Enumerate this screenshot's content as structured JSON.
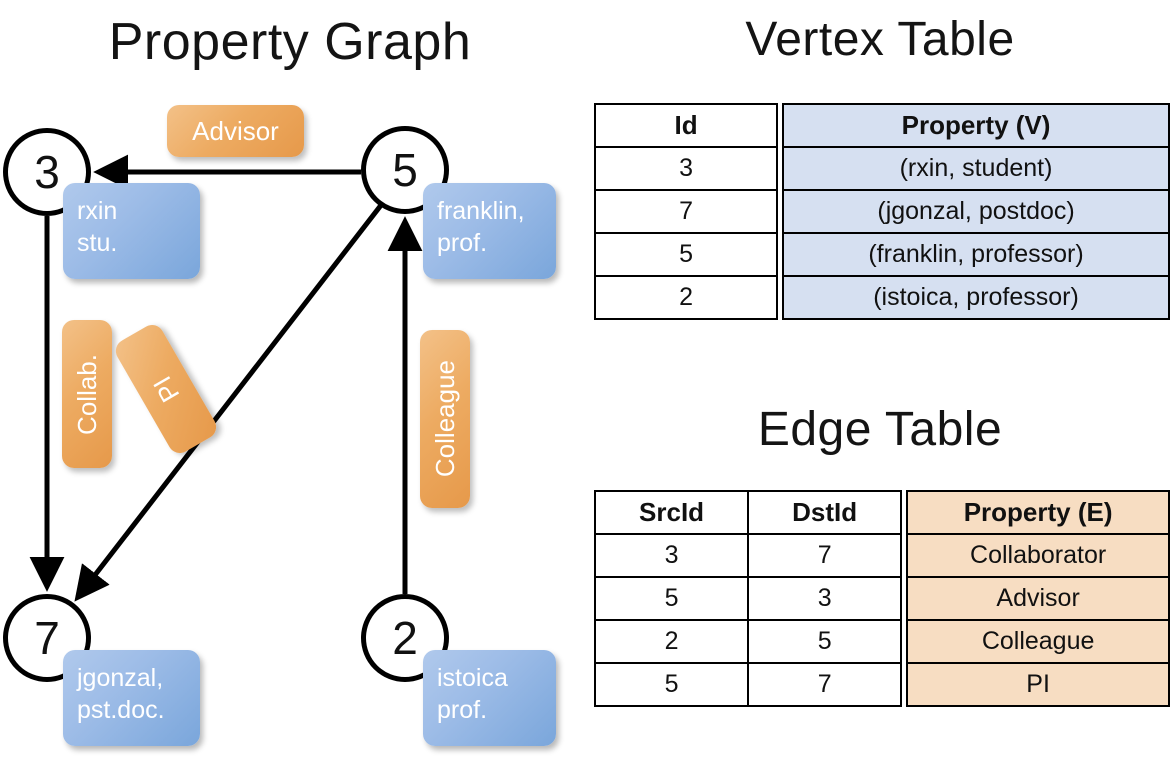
{
  "titles": {
    "property_graph": "Property Graph",
    "vertex_table": "Vertex Table",
    "edge_table": "Edge Table"
  },
  "graph": {
    "nodes": [
      {
        "id": "3",
        "property_line1": "rxin",
        "property_line2": "stu."
      },
      {
        "id": "5",
        "property_line1": "franklin,",
        "property_line2": "prof."
      },
      {
        "id": "7",
        "property_line1": "jgonzal,",
        "property_line2": "pst.doc."
      },
      {
        "id": "2",
        "property_line1": "istoica",
        "property_line2": "prof."
      }
    ],
    "edge_labels": {
      "advisor": "Advisor",
      "collab": "Collab.",
      "pi": "PI",
      "colleague": "Colleague"
    },
    "edges": [
      {
        "from": "5",
        "to": "3",
        "label": "Advisor"
      },
      {
        "from": "3",
        "to": "7",
        "label": "Collab."
      },
      {
        "from": "5",
        "to": "7",
        "label": "PI"
      },
      {
        "from": "2",
        "to": "5",
        "label": "Colleague"
      }
    ]
  },
  "vertex_table": {
    "headers": [
      "Id",
      "Property (V)"
    ],
    "rows": [
      {
        "id": "3",
        "property": "(rxin, student)"
      },
      {
        "id": "7",
        "property": "(jgonzal, postdoc)"
      },
      {
        "id": "5",
        "property": "(franklin, professor)"
      },
      {
        "id": "2",
        "property": "(istoica, professor)"
      }
    ]
  },
  "edge_table": {
    "headers": [
      "SrcId",
      "DstId",
      "Property (E)"
    ],
    "rows": [
      {
        "src": "3",
        "dst": "7",
        "property": "Collaborator"
      },
      {
        "src": "5",
        "dst": "3",
        "property": "Advisor"
      },
      {
        "src": "2",
        "dst": "5",
        "property": "Colleague"
      },
      {
        "src": "5",
        "dst": "7",
        "property": "PI"
      }
    ]
  },
  "colors": {
    "node_property_blue": "#7aa6db",
    "edge_label_orange": "#edab62",
    "vertex_property_cell": "#d6e0f1",
    "edge_property_cell": "#f7ddc2",
    "stroke": "#000000"
  }
}
